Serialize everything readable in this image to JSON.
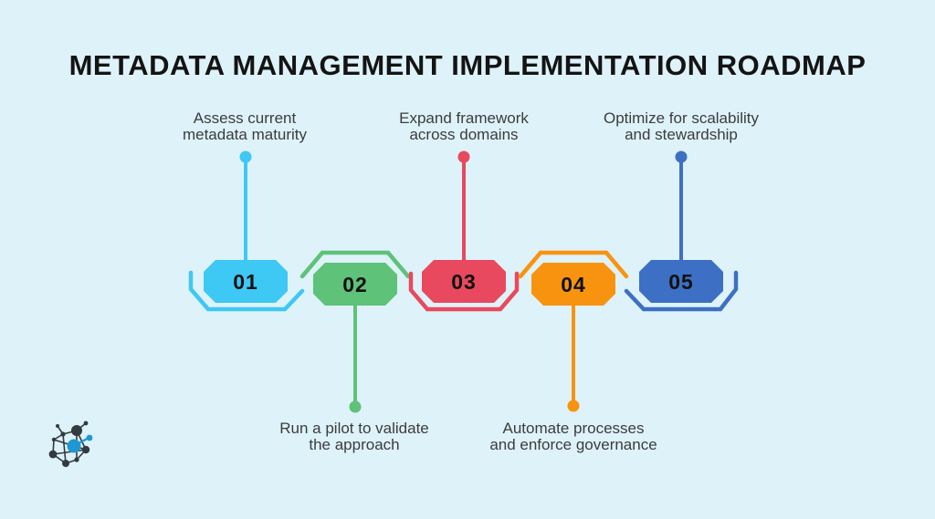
{
  "background_color": "#DEF2FA",
  "title": {
    "text": "METADATA MANAGEMENT IMPLEMENTATION ROADMAP",
    "color": "#141414"
  },
  "label_color": "#3C3C3C",
  "number_color": "#111111",
  "steps": [
    {
      "number": "01",
      "color": "#3EC8F4",
      "position": "top",
      "label_line1": "Assess current",
      "label_line2": "metadata maturity"
    },
    {
      "number": "02",
      "color": "#5EC279",
      "position": "bottom",
      "label_line1": "Run a pilot to validate",
      "label_line2": "the approach"
    },
    {
      "number": "03",
      "color": "#E8495F",
      "position": "top",
      "label_line1": "Expand framework",
      "label_line2": "across domains"
    },
    {
      "number": "04",
      "color": "#F8930F",
      "position": "bottom",
      "label_line1": "Automate processes",
      "label_line2": "and enforce governance"
    },
    {
      "number": "05",
      "color": "#3D70C4",
      "position": "top",
      "label_line1": "Optimize for scalability",
      "label_line2": "and stewardship"
    }
  ],
  "logo": {
    "primary_color": "#333A40",
    "accent_color": "#2097D3"
  }
}
